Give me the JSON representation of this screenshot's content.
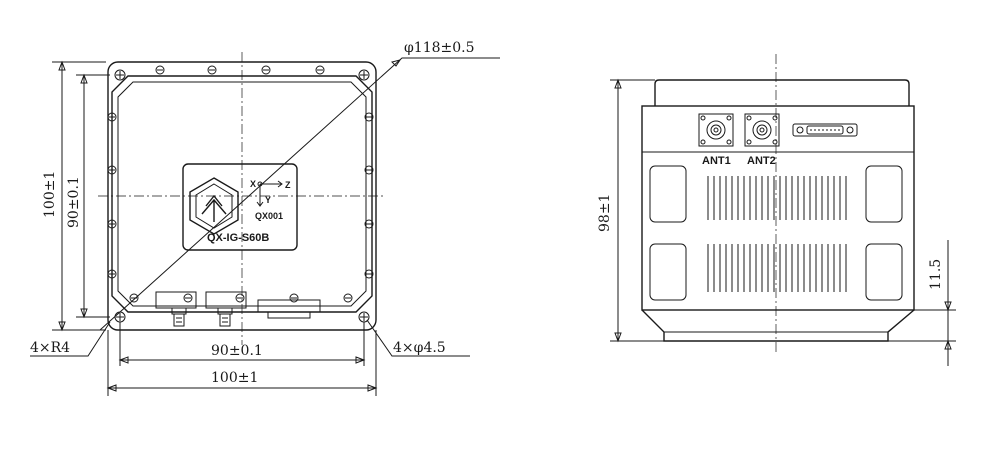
{
  "front_view": {
    "dim_diameter": "φ118±0.5",
    "dim_height_outer": "100±1",
    "dim_height_inner": "90±0.1",
    "dim_width_inner": "90±0.1",
    "dim_width_outer": "100±1",
    "dim_corner_radius": "4×R4",
    "dim_holes": "4×φ4.5",
    "label_plate": {
      "model": "QX-IG-S60B",
      "serial": "QX001",
      "axis_x": "X",
      "axis_y": "Y",
      "axis_z": "Z"
    }
  },
  "side_view": {
    "dim_height": "98±1",
    "dim_connector_height": "11.5",
    "antenna_1_label": "ANT1",
    "antenna_2_label": "ANT2"
  }
}
